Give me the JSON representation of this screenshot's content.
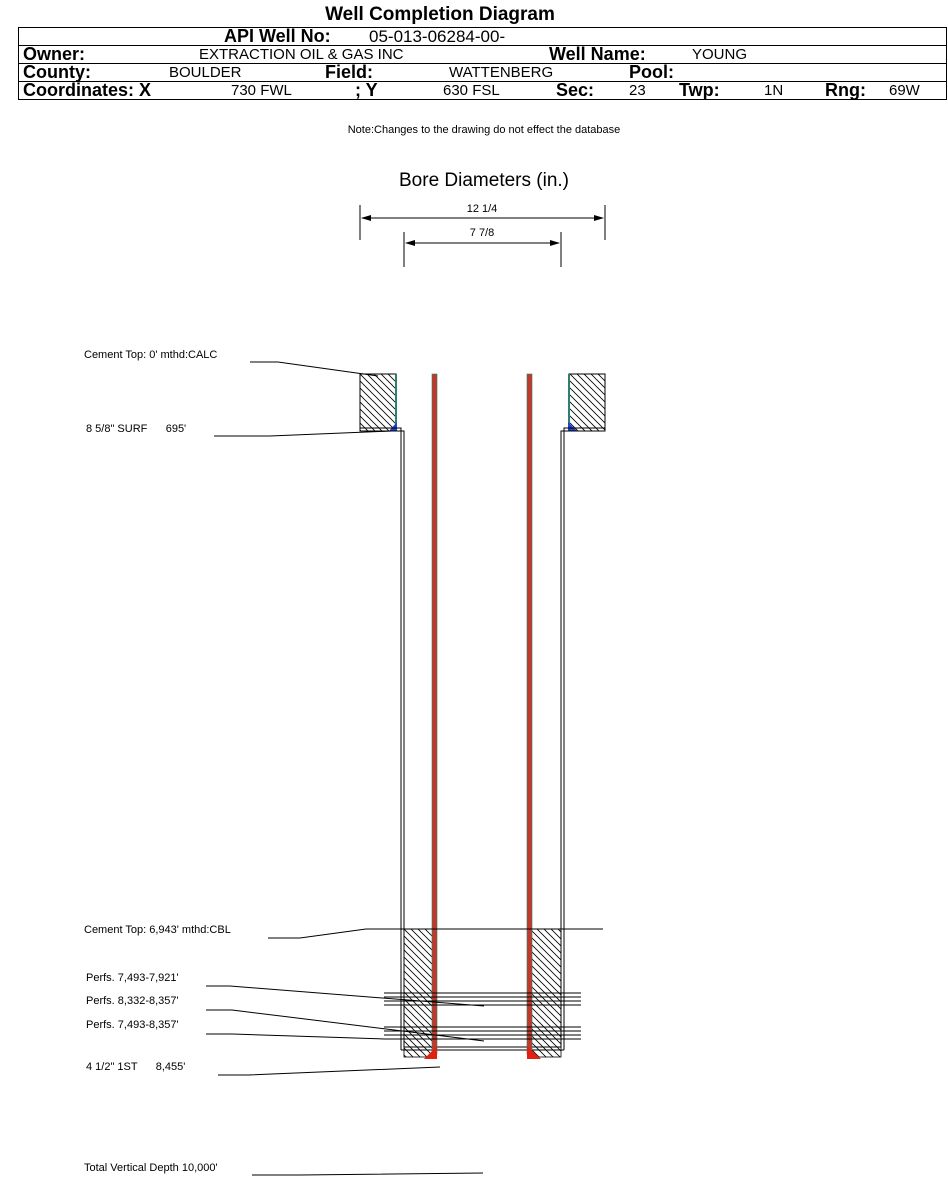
{
  "title": "Well Completion Diagram",
  "header": {
    "api_label": "API Well No:",
    "api_value": "05-013-06284-00-",
    "owner_label": "Owner:",
    "owner_value": "EXTRACTION OIL & GAS INC",
    "well_name_label": "Well Name:",
    "well_name_value": "YOUNG",
    "county_label": "County:",
    "county_value": "BOULDER",
    "field_label": "Field:",
    "field_value": "WATTENBERG",
    "pool_label": "Pool:",
    "pool_value": "",
    "coord_x_label": "Coordinates: X",
    "coord_x_value": "730 FWL",
    "coord_y_label": "; Y",
    "coord_y_value": "630 FSL",
    "sec_label": "Sec:",
    "sec_value": "23",
    "twp_label": "Twp:",
    "twp_value": "1N",
    "rng_label": "Rng:",
    "rng_value": "69W"
  },
  "note": "Note:Changes to the drawing do not effect the database",
  "bore": {
    "heading": "Bore Diameters (in.)",
    "outer": "12 1/4",
    "inner": "7 7/8"
  },
  "labels": {
    "cement_top_1": "Cement Top: 0' mthd:CALC",
    "surface_casing": "8 5/8\" SURF      695'",
    "cement_top_2": "Cement Top: 6,943' mthd:CBL",
    "perfs_1": "Perfs. 7,493-7,921'",
    "perfs_2": "Perfs. 8,332-8,357'",
    "perfs_3": "Perfs. 7,493-8,357'",
    "prod_casing": "4 1/2\" 1ST      8,455'",
    "total_depth": "Total Vertical Depth 10,000'"
  },
  "colors": {
    "tubing": "#c0392b",
    "shoe_blue": "#1f3fcf",
    "teal": "#2f7f6f"
  }
}
